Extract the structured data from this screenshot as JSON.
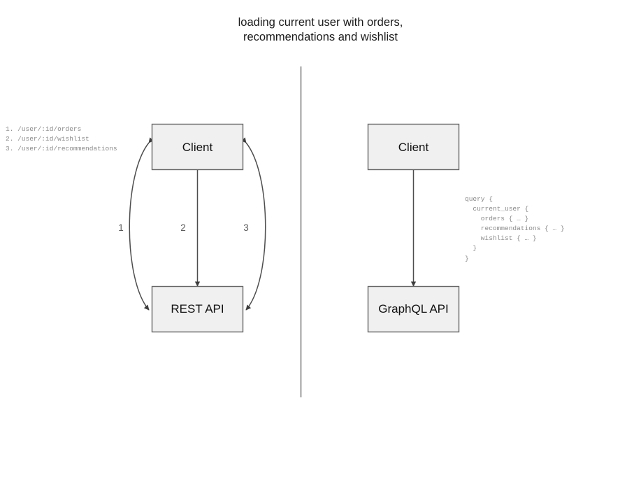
{
  "title": "loading current user with orders,\nrecommendations and wishlist",
  "colors": {
    "box_fill": "#f0f0f0",
    "box_stroke": "#666666",
    "line": "#4d4d4d",
    "divider": "#808080",
    "code_text": "#8a8a8a",
    "label_text": "#5d5d5d",
    "title_text": "#1a1a1a"
  },
  "left_panel": {
    "client_node": "Client",
    "api_node": "REST API",
    "endpoints": [
      "1. /user/:id/orders",
      "2. /user/:id/wishlist",
      "3. /user/:id/recommendations"
    ],
    "endpoints_text": "1. /user/:id/orders\n2. /user/:id/wishlist\n3. /user/:id/recommendations",
    "edge_labels": [
      "1",
      "2",
      "3"
    ]
  },
  "right_panel": {
    "client_node": "Client",
    "api_node": "GraphQL API",
    "query_lines": [
      "query {",
      "  current_user {",
      "    orders { … }",
      "    recommendations { … }",
      "    wishlist { … }",
      "  }",
      "}"
    ],
    "query_text": "query {\n  current_user {\n    orders { … }\n    recommendations { … }\n    wishlist { … }\n  }\n}"
  }
}
